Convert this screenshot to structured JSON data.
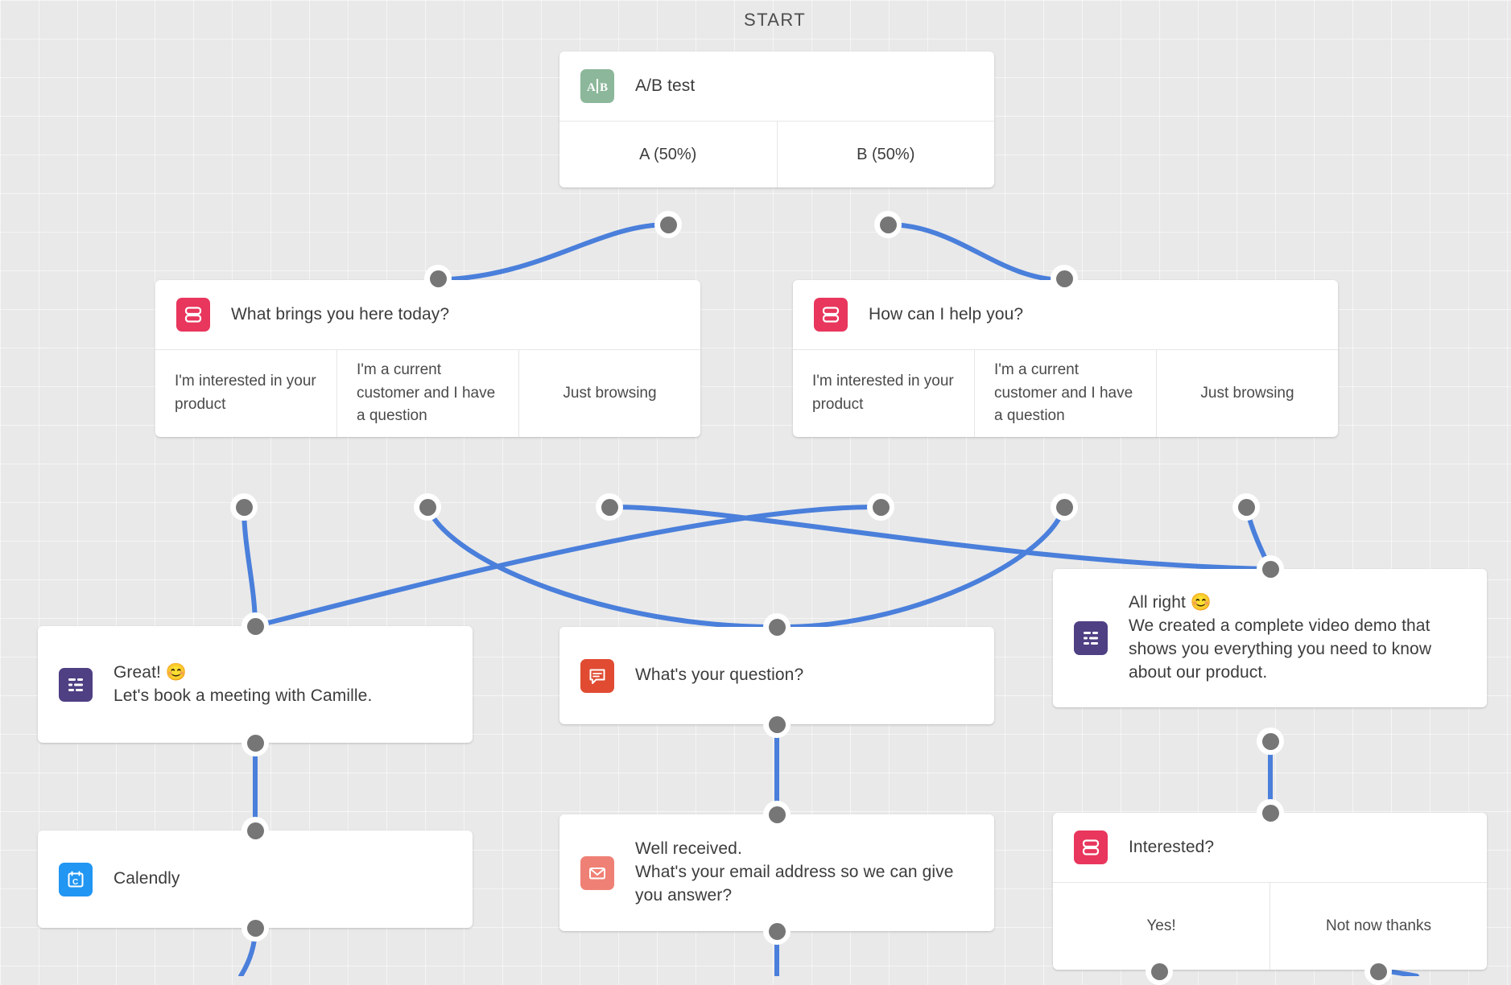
{
  "canvas": {
    "start_label": "START",
    "bg_color": "#e9e9e9",
    "edge_color": "#4a7fdb",
    "port_color": "#767676"
  },
  "nodes": {
    "ab_test": {
      "title": "A/B test",
      "icon": "ab-test-icon",
      "icon_color": "#8cb79a",
      "options": [
        "A (50%)",
        "B (50%)"
      ]
    },
    "question_left": {
      "title": "What brings you here today?",
      "icon": "buttons-icon",
      "icon_color": "#e8365d",
      "options": [
        "I'm interested in your product",
        "I'm a current customer and I have a question",
        "Just browsing"
      ]
    },
    "question_right": {
      "title": "How can I help you?",
      "icon": "buttons-icon",
      "icon_color": "#e8365d",
      "options": [
        "I'm interested in your product",
        "I'm a current customer and I have a question",
        "Just browsing"
      ]
    },
    "message_great": {
      "title": "Great! 😊\nLet's book a meeting with Camille.",
      "icon": "text-message-icon",
      "icon_color": "#4f3f83"
    },
    "calendly": {
      "title": "Calendly",
      "icon": "calendar-icon",
      "icon_color": "#2196f3"
    },
    "open_question": {
      "title": "What's your question?",
      "icon": "speech-bubble-icon",
      "icon_color": "#e04b32"
    },
    "email_capture": {
      "title": "Well received.\nWhat's your email address so we can give you answer?",
      "icon": "envelope-icon",
      "icon_color": "#ef8075"
    },
    "message_video": {
      "title": "All right 😊\nWe created a complete video demo that shows you everything you need to know about our product.",
      "icon": "text-message-icon",
      "icon_color": "#4f3f83"
    },
    "interested": {
      "title": "Interested?",
      "icon": "buttons-icon",
      "icon_color": "#e8365d",
      "options": [
        "Yes!",
        "Not now thanks"
      ]
    }
  }
}
